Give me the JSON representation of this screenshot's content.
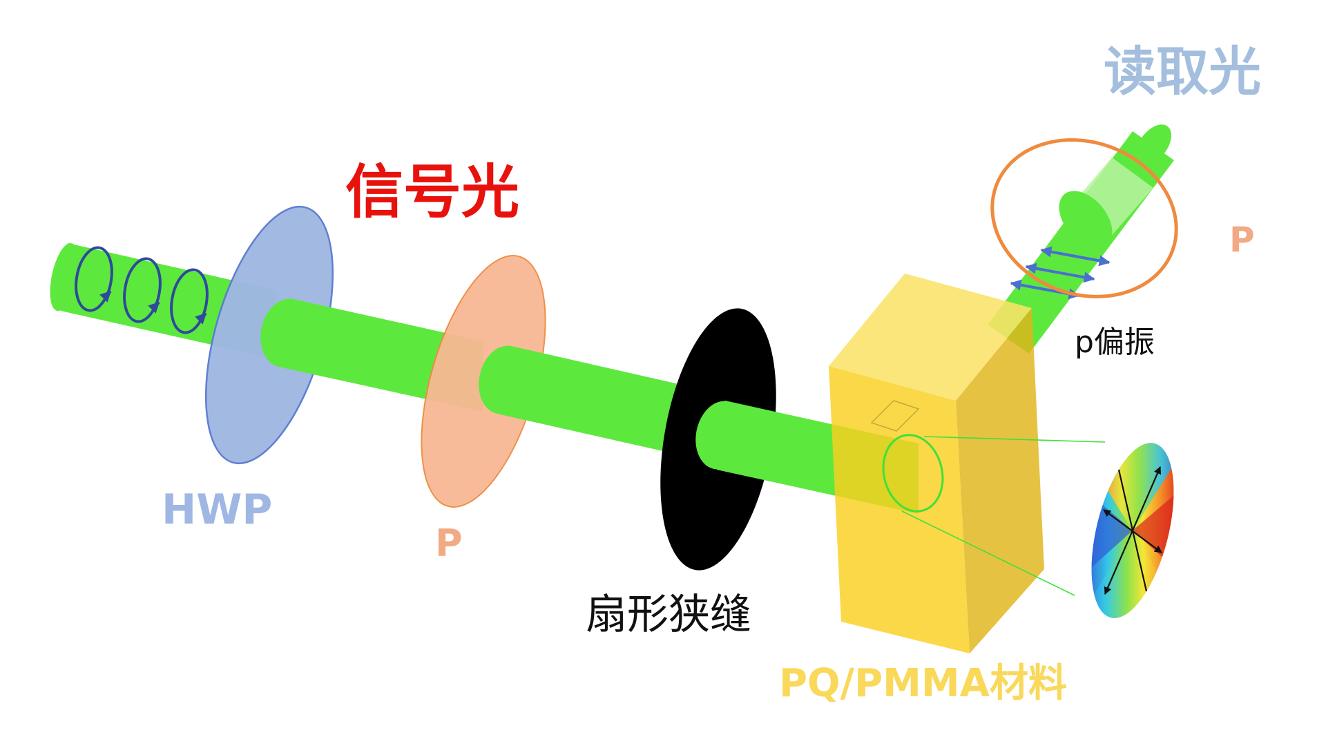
{
  "labels": {
    "signal_light": "信号光",
    "read_light": "读取光",
    "hwp": "HWP",
    "polarizer_1": "P",
    "polarizer_2": "P",
    "p_polarization": "p偏振",
    "fan_slit": "扇形狭缝",
    "material": "PQ/PMMA材料"
  },
  "colors": {
    "beam": "#5de83e",
    "signal_label": "#e8120c",
    "read_label": "#a4bede",
    "hwp": "#9fb7e2",
    "polarizer": "#f2aa84",
    "polarizer_ring": "#f08a3e",
    "slit": "#000000",
    "material": "#f9d85a",
    "circular_arrows": "#2e4a9a",
    "p_arrows": "#4a6fd0"
  }
}
